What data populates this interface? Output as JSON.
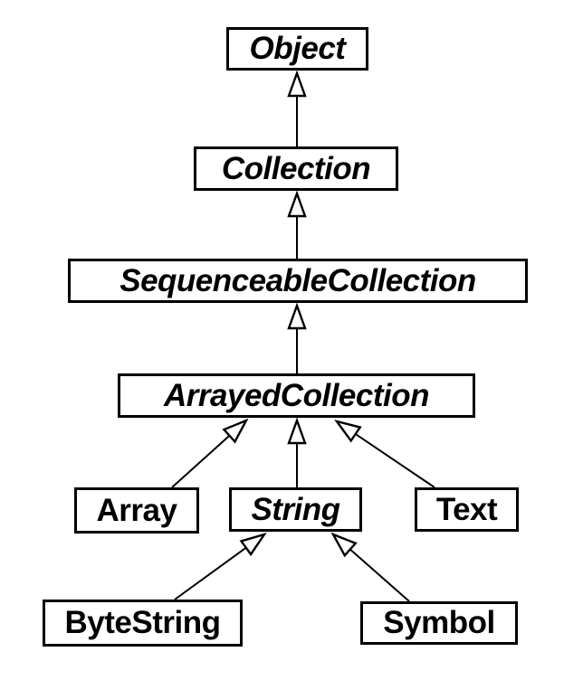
{
  "diagram": {
    "type": "class-inheritance-hierarchy",
    "arrow_style": "hollow-triangle",
    "colors": {
      "background": "#ffffff",
      "box_fill": "#ffffff",
      "box_border": "#000000",
      "line": "#000000",
      "text": "#000000"
    }
  },
  "nodes": {
    "object": {
      "label": "Object",
      "italic": true
    },
    "collection": {
      "label": "Collection",
      "italic": true
    },
    "sequenceable_collection": {
      "label": "SequenceableCollection",
      "italic": true
    },
    "arrayed_collection": {
      "label": "ArrayedCollection",
      "italic": true
    },
    "array": {
      "label": "Array",
      "italic": false
    },
    "string": {
      "label": "String",
      "italic": true
    },
    "text": {
      "label": "Text",
      "italic": false
    },
    "byte_string": {
      "label": "ByteString",
      "italic": false
    },
    "symbol": {
      "label": "Symbol",
      "italic": false
    }
  },
  "edges": [
    {
      "child": "Collection",
      "parent": "Object"
    },
    {
      "child": "SequenceableCollection",
      "parent": "Collection"
    },
    {
      "child": "ArrayedCollection",
      "parent": "SequenceableCollection"
    },
    {
      "child": "Array",
      "parent": "ArrayedCollection"
    },
    {
      "child": "String",
      "parent": "ArrayedCollection"
    },
    {
      "child": "Text",
      "parent": "ArrayedCollection"
    },
    {
      "child": "ByteString",
      "parent": "String"
    },
    {
      "child": "Symbol",
      "parent": "String"
    }
  ]
}
